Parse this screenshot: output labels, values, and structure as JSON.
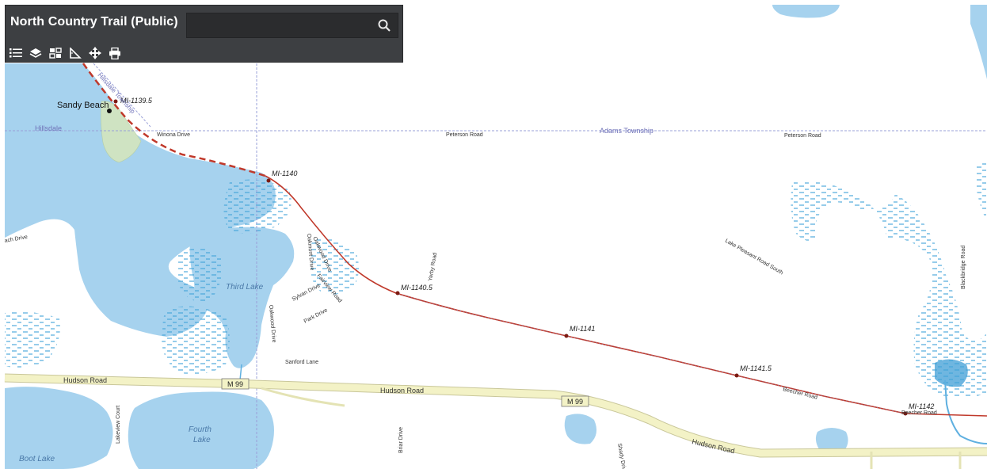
{
  "toolbar": {
    "title": "North Country Trail (Public)",
    "search_placeholder": "",
    "tools": [
      "list-icon",
      "layers-icon",
      "basemap-gallery-icon",
      "measure-icon",
      "move-icon",
      "print-icon"
    ]
  },
  "colors": {
    "water": "#a6d2ee",
    "trail": "#c0392b",
    "road": "#f3f2c6",
    "road_edge": "#c9c79a",
    "wetland": "#3fa3d8",
    "beach": "#cfe3c2"
  },
  "map": {
    "places": {
      "sandy_beach": "Sandy Beach",
      "third_lake": "Third Lake",
      "fourth_lake": "Fourth\nLake",
      "boot_lake": "Boot Lake",
      "hillsdale_township": "Hillsdale Township",
      "adams_township": "Adams Township",
      "hillsdale": "Hillsdale",
      "sanford_lane": "Sanford Lane"
    },
    "roads": {
      "winona_drive": "Winona Drive",
      "peterson_road_1": "Peterson Road",
      "peterson_road_2": "Peterson Road",
      "hudson_road_1": "Hudson Road",
      "hudson_road_2": "Hudson Road",
      "hudson_road_3": "Hudson Road",
      "m99_1": "M 99",
      "m99_2": "M 99",
      "beecher_road_1": "Beecher Road",
      "beecher_road_2": "Beecher Road",
      "beach_drive": "ach Drive",
      "lake_pleasant_road": "Lake Pleasant Road South",
      "blackbridge_road": "Blackbridge Road",
      "sylvan_drive": "Sylvan Drive",
      "park_drive": "Park Drive",
      "fairview_road": "Fairview Road",
      "oakwood_drive": "Oakwood Drive",
      "oakmont_drive": "Oakmont Drive",
      "oakwood_drive_2": "Oakwood Drive",
      "briar_drive": "Briar Drive",
      "lakeview_court": "Lakeview Court",
      "shady_drive": "Shady Drive",
      "yerby_road": "Yerby Road"
    },
    "mileposts": [
      {
        "id": "mp-1139-5",
        "label": "MI-1139.5"
      },
      {
        "id": "mp-1140",
        "label": "MI-1140"
      },
      {
        "id": "mp-1140-5",
        "label": "MI-1140.5"
      },
      {
        "id": "mp-1141",
        "label": "MI-1141"
      },
      {
        "id": "mp-1141-5",
        "label": "MI-1141.5"
      },
      {
        "id": "mp-1142",
        "label": "MI-1142"
      }
    ]
  }
}
